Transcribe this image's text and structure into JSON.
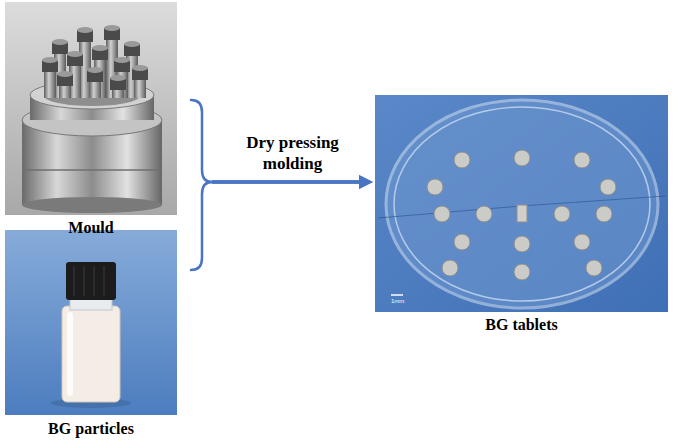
{
  "diagram": {
    "nodes": [
      {
        "text": [
          "Mould"
        ]
      },
      {
        "text": [
          "BG particles"
        ]
      },
      {
        "text": [
          "BG tablets"
        ]
      }
    ],
    "edges": [
      {
        "from": 0,
        "to": 2,
        "arrow": "to",
        "label": "Dry pressing molding"
      },
      {
        "from": 1,
        "to": 2,
        "arrow": "to"
      }
    ],
    "labels": [
      "1mm"
    ]
  }
}
